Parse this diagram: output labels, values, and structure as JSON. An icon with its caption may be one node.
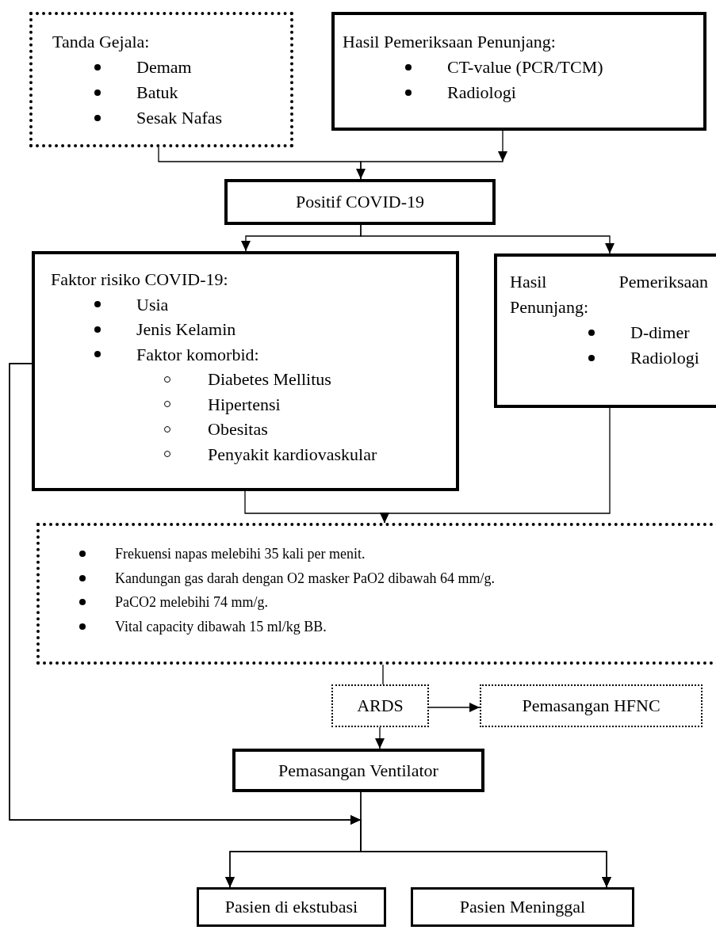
{
  "diagram": {
    "nodes": [
      {
        "text": [
          "Tanda Gejala:",
          "Demam",
          "Batuk",
          "Sesak Nafas"
        ]
      },
      {
        "text": [
          "Hasil Pemeriksaan Penunjang:",
          "CT-value (PCR/TCM)",
          "Radiologi"
        ]
      },
      {
        "text": [
          "Positif COVID-19"
        ]
      },
      {
        "text": [
          "Faktor risiko COVID-19:",
          "Usia",
          "Jenis Kelamin",
          "Faktor komorbid:",
          "Diabetes Mellitus",
          "Hipertensi",
          "Obesitas",
          "Penyakit kardiovaskular"
        ]
      },
      {
        "text": [
          "Hasil Pemeriksaan Penunjang:",
          "D-dimer",
          "Radiologi"
        ]
      },
      {
        "text": [
          "Frekuensi napas melebihi 35 kali per menit.",
          "Kandungan gas darah dengan O2 masker PaO2 dibawah 64 mm/g.",
          "PaCO2 melebihi 74 mm/g.",
          "Vital capacity dibawah 15 ml/kg BB."
        ]
      },
      {
        "text": [
          "ARDS"
        ]
      },
      {
        "text": [
          "Pemasangan HFNC"
        ]
      },
      {
        "text": [
          "Pemasangan Ventilator"
        ]
      },
      {
        "text": [
          "Pasien di ekstubasi"
        ]
      },
      {
        "text": [
          "Pasien Meninggal"
        ]
      }
    ],
    "edges": [
      {
        "from": 0,
        "to": 2,
        "arrow": "to"
      },
      {
        "from": 1,
        "to": 2,
        "arrow": "to"
      },
      {
        "from": 2,
        "to": 3,
        "arrow": "to"
      },
      {
        "from": 2,
        "to": 4,
        "arrow": "to"
      },
      {
        "from": 3,
        "to": 5,
        "arrow": "to"
      },
      {
        "from": 4,
        "to": 5,
        "arrow": "to"
      },
      {
        "from": 5,
        "to": 6,
        "arrow": "none"
      },
      {
        "from": 6,
        "to": 7,
        "arrow": "to"
      },
      {
        "from": 6,
        "to": 8,
        "arrow": "to"
      },
      {
        "from": 3,
        "to": 9,
        "arrow": "to"
      },
      {
        "from": 3,
        "to": 10,
        "arrow": "to"
      },
      {
        "from": 8,
        "to": 9,
        "arrow": "to"
      },
      {
        "from": 8,
        "to": 10,
        "arrow": "to"
      }
    ]
  }
}
